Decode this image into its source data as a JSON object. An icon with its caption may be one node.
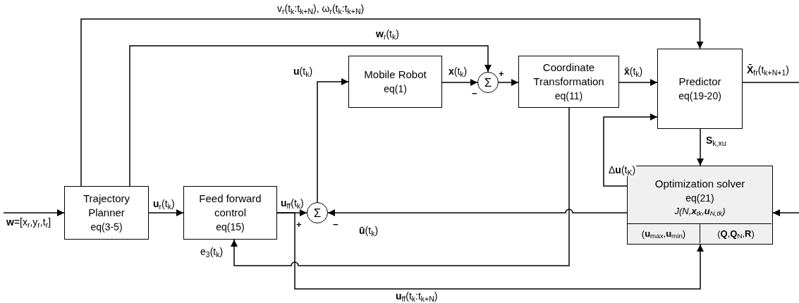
{
  "diagram": {
    "nodes": [
      {
        "text": [
          "Trajectory Planner",
          "eq(3-5)"
        ]
      },
      {
        "text": [
          "Feed forward control",
          "eq(15)"
        ]
      },
      {
        "text": [
          "Σ"
        ]
      },
      {
        "text": [
          "Mobile Robot",
          "eq(1)"
        ]
      },
      {
        "text": [
          "Σ"
        ]
      },
      {
        "text": [
          "Coordinate Transformation",
          "eq(11)"
        ]
      },
      {
        "text": [
          "Predictor",
          "eq(19-20)"
        ]
      },
      {
        "text": [
          "Optimization solver",
          "eq(21)",
          "J(N,**x**$_{tk}$,**u**$_{N,tk}$)"
        ]
      },
      {
        "text": [
          "(**u**$_{max}$,**u**$_{min}$)"
        ],
        "in": 7
      },
      {
        "text": [
          "(**Q**,**Q**$_{N}$,**R**)"
        ],
        "in": 7
      }
    ],
    "edges": [
      {
        "from": null,
        "to": 0,
        "arrow": "to",
        "label": "**w**=[x$_{r}$,y$_{r}$,t$_{r}$]"
      },
      {
        "from": 0,
        "to": 1,
        "arrow": "to",
        "label": "**u**$_{r}$(t$_{k}$)"
      },
      {
        "from": 1,
        "to": 2,
        "arrow": "to",
        "label": "**u**$_{ff}$(t$_{k}$)"
      },
      {
        "from": 2,
        "to": 3,
        "arrow": "to",
        "label": "**u**(t$_{k}$)"
      },
      {
        "from": 3,
        "to": 4,
        "arrow": "to",
        "label": "**x**(t$_{k}$)"
      },
      {
        "from": 4,
        "to": 5,
        "arrow": "to"
      },
      {
        "from": 5,
        "to": 6,
        "arrow": "to",
        "label": "**x̄**(t$_{k}$)"
      },
      {
        "from": 6,
        "to": null,
        "arrow": "none",
        "label": "**X̄**$_{fr}$(t$_{k+N+1}$)"
      },
      {
        "from": 0,
        "to": 6,
        "arrow": "to",
        "label": "v$_{r}$(t$_{k}$:t$_{k+N}$), ω$_{r}$(t$_{k}$:t$_{k+N}$)"
      },
      {
        "from": 0,
        "to": 4,
        "arrow": "to",
        "label": "**w**$_{r}$(t$_{k}$)"
      },
      {
        "from": 7,
        "to": 6,
        "arrow": "to",
        "label": "Δ**u**(t$_{K}$)"
      },
      {
        "from": 6,
        "to": 7,
        "arrow": "to",
        "label": "**S**$_{k,xu}$"
      },
      {
        "from": 7,
        "to": 2,
        "arrow": "to",
        "label": "**ū**(t$_{k}$)"
      },
      {
        "from": 5,
        "to": 1,
        "arrow": "to",
        "label": "e$_{3}$(t$_{k}$)"
      },
      {
        "from": 1,
        "to": 7,
        "arrow": "to",
        "label": "**u**$_{ff}$(t$_{k}$:t$_{k+N}$)"
      },
      {
        "from": null,
        "to": 7,
        "arrow": "to"
      }
    ],
    "labels": [
      "+",
      "−",
      "+",
      "−"
    ]
  }
}
